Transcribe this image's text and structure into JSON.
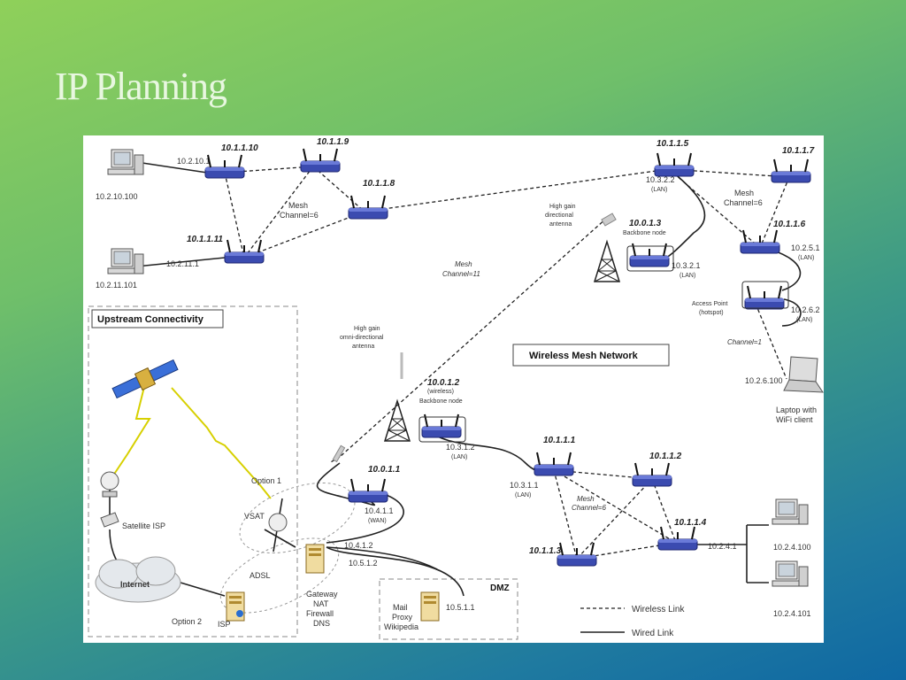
{
  "slide": {
    "title": "IP Planning"
  },
  "diagram": {
    "sections": {
      "upstream": "Upstream Connectivity",
      "mesh": "Wireless Mesh Network",
      "dmz": "DMZ"
    },
    "routers": {
      "r10": "10.1.1.10",
      "r9": "10.1.1.9",
      "r8": "10.1.1.8",
      "r11": "10.1.1.11",
      "r5": "10.1.1.5",
      "r7": "10.1.1.7",
      "r6": "10.1.1.6",
      "r1": "10.1.1.1",
      "r2": "10.1.1.2",
      "r3": "10.1.1.3",
      "r4": "10.1.1.4",
      "bb3": "10.0.1.3",
      "bb2": "10.0.1.2",
      "bb1": "10.0.1.1"
    },
    "labels": {
      "pc1_ip": "10.2.10.100",
      "pc1_link": "10.2.10.1",
      "pc2_ip": "10.2.11.101",
      "pc2_link": "10.2.11.1",
      "mesh_ch6_top": "Mesh",
      "mesh_ch6_top2": "Channel=6",
      "mesh_ch6_right": "Mesh",
      "mesh_ch6_right2": "Channel=6",
      "mesh_ch11": "Mesh",
      "mesh_ch11b": "Channel=11",
      "r5_lan": "10.3.2.2",
      "lan": "(LAN)",
      "highgain_dir": "High gain",
      "highgain_dir2": "directional",
      "highgain_dir3": "antenna",
      "backbone": "Backbone node",
      "bb3_lan": "10.3.2.1",
      "r6_lan": "10.2.5.1",
      "ap": "Access Point",
      "hotspot": "(hotspot)",
      "ap_lan": "10.2.6.2",
      "channel1": "Channel=1",
      "laptop_ip": "10.2.6.100",
      "laptop": "Laptop with",
      "laptop2": "WiFi client",
      "highgain_omni": "High gain",
      "highgain_omni2": "omni-directional",
      "highgain_omni3": "antenna",
      "wireless": "(wireless)",
      "bb2_lan": "10.3.1.2",
      "r1_lan": "10.3.1.1",
      "mesh_ch6_bottom": "Mesh",
      "mesh_ch6_bottom2": "Channel=6",
      "bb1_wan": "10.4.1.1",
      "wan": "(WAN)",
      "r4_link": "10.2.4.1",
      "pc3_ip": "10.2.4.100",
      "pc4_ip": "10.2.4.101",
      "option1": "Option 1",
      "vsat": "VSAT",
      "satellite_isp": "Satellite ISP",
      "internet": "Internet",
      "adsl": "ADSL",
      "option2": "Option 2",
      "isp": "ISP",
      "gw_ip1": "10.4.1.2",
      "gw_ip2": "10.5.1.2",
      "gateway": "Gateway",
      "nat": "NAT",
      "firewall": "Firewall",
      "dns": "DNS",
      "mail": "Mail",
      "proxy": "Proxy",
      "wikipedia": "Wikipedia",
      "dmz_ip": "10.5.1.1"
    },
    "legend": {
      "wireless": "Wireless Link",
      "wired": "Wired Link"
    }
  }
}
